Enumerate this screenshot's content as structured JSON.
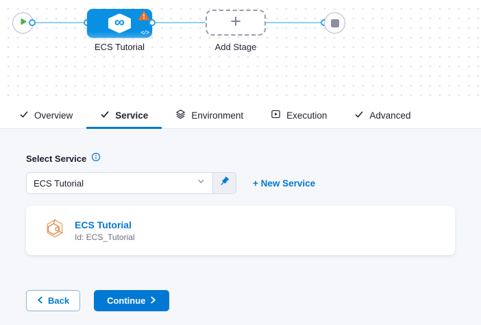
{
  "colors": {
    "accent_blue": "#0278d5",
    "stage_node_blue": "#0a90e2",
    "warning_orange": "#e8712c",
    "start_green": "#4caf50",
    "connector_line_blue": "#8fd0f1",
    "content_background": "#f6f7fa"
  },
  "canvas": {
    "stage_label": "ECS Tutorial",
    "add_stage_label": "Add Stage",
    "stage_icon_glyph": "∞",
    "code_icon_glyph": "</>",
    "plus_glyph": "+"
  },
  "tabs": [
    {
      "label": "Overview"
    },
    {
      "label": "Service"
    },
    {
      "label": "Environment"
    },
    {
      "label": "Execution"
    },
    {
      "label": "Advanced"
    }
  ],
  "form": {
    "select_label": "Select Service",
    "dropdown_value": "ECS Tutorial",
    "new_service_label": "+ New Service"
  },
  "card": {
    "title": "ECS Tutorial",
    "id": "Id: ECS_Tutorial"
  },
  "footer": {
    "back_label": "Back",
    "continue_label": "Continue"
  }
}
